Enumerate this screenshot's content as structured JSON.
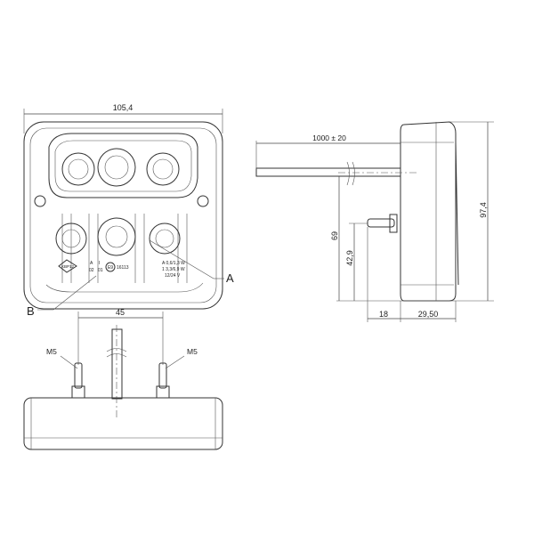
{
  "front_view": {
    "width_dim": "105,4",
    "callout_a": "A",
    "callout_b": "B",
    "label_panel": {
      "logo": "KBP12",
      "col1": [
        "A",
        "02"
      ],
      "col2": [
        "I",
        "01"
      ],
      "emark": "E9",
      "approval": "16113",
      "spec_rows": [
        "A  0,6/1,3 W",
        "1  3,3/6,9 W",
        "12/24 V"
      ]
    }
  },
  "side_view": {
    "cable_dim": "1000 ± 20",
    "height_69": "69",
    "height_42_9": "42,9",
    "height_97_4": "97,4",
    "stud_depth": "18",
    "body_depth": "29,50"
  },
  "bottom_view": {
    "stud_spacing": "45",
    "stud_left": "M5",
    "stud_right": "M5"
  }
}
